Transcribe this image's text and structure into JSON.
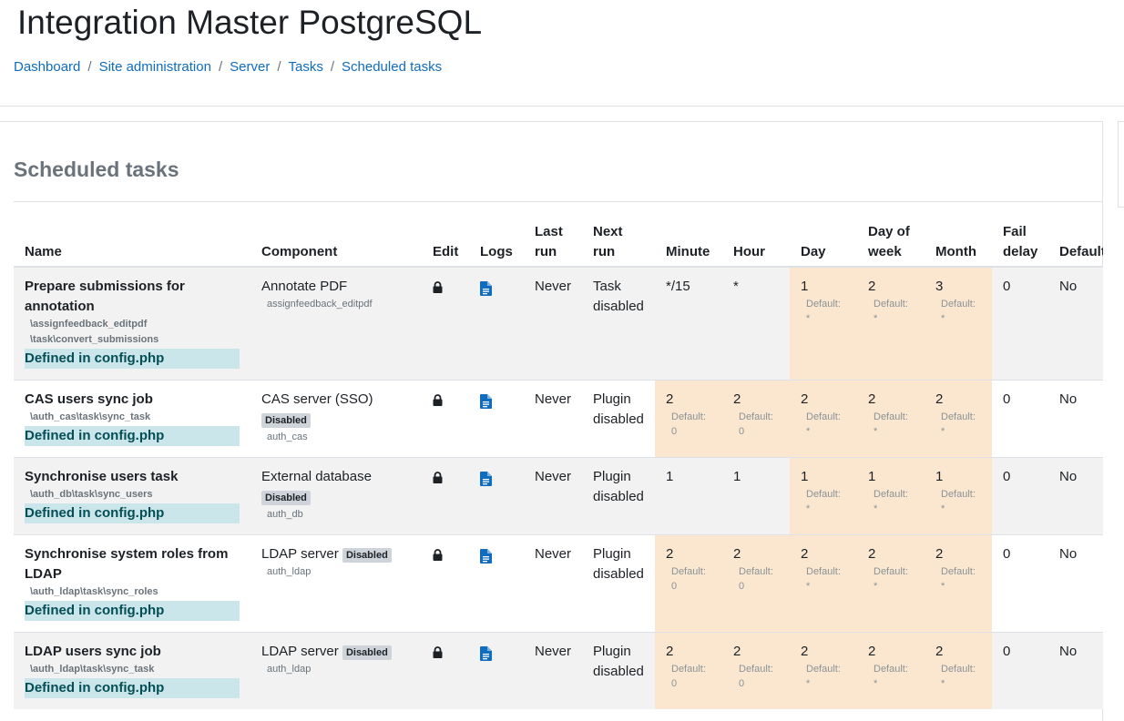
{
  "page": {
    "title": "Integration Master PostgreSQL",
    "breadcrumb": [
      "Dashboard",
      "Site administration",
      "Server",
      "Tasks",
      "Scheduled tasks"
    ],
    "heading": "Scheduled tasks"
  },
  "table": {
    "headers": {
      "name": "Name",
      "component": "Component",
      "edit": "Edit",
      "logs": "Logs",
      "last_run": "Last run",
      "next_run": "Next run",
      "minute": "Minute",
      "hour": "Hour",
      "day": "Day",
      "day_of_week": "Day of week",
      "month": "Month",
      "fail_delay": "Fail delay",
      "default": "Default"
    },
    "default_label": "Default:",
    "config_note": "Defined in config.php",
    "disabled_badge": "Disabled",
    "rows": [
      {
        "name": "Prepare submissions for annotation",
        "class_lines": [
          "\\assignfeedback_editpdf",
          "\\task\\convert_submissions"
        ],
        "component": "Annotate PDF",
        "component_badge": "",
        "component_sub": "assignfeedback_editpdf",
        "last_run": "Never",
        "next_run": "Task disabled",
        "minute": {
          "value": "*/15",
          "default": null
        },
        "hour": {
          "value": "*",
          "default": null
        },
        "day": {
          "value": "1",
          "default": "*"
        },
        "day_of_week": {
          "value": "2",
          "default": "*"
        },
        "month": {
          "value": "3",
          "default": "*"
        },
        "fail_delay": "0",
        "default": "No"
      },
      {
        "name": "CAS users sync job",
        "class_lines": [
          "\\auth_cas\\task\\sync_task"
        ],
        "component": "CAS server (SSO)",
        "component_badge": "Disabled",
        "component_sub": "auth_cas",
        "last_run": "Never",
        "next_run": "Plugin disabled",
        "minute": {
          "value": "2",
          "default": "0"
        },
        "hour": {
          "value": "2",
          "default": "0"
        },
        "day": {
          "value": "2",
          "default": "*"
        },
        "day_of_week": {
          "value": "2",
          "default": "*"
        },
        "month": {
          "value": "2",
          "default": "*"
        },
        "fail_delay": "0",
        "default": "No"
      },
      {
        "name": "Synchronise users task",
        "class_lines": [
          "\\auth_db\\task\\sync_users"
        ],
        "component": "External database",
        "component_badge": "Disabled",
        "component_sub": "auth_db",
        "last_run": "Never",
        "next_run": "Plugin disabled",
        "minute": {
          "value": "1",
          "default": null
        },
        "hour": {
          "value": "1",
          "default": null
        },
        "day": {
          "value": "1",
          "default": "*"
        },
        "day_of_week": {
          "value": "1",
          "default": "*"
        },
        "month": {
          "value": "1",
          "default": "*"
        },
        "fail_delay": "0",
        "default": "No"
      },
      {
        "name": "Synchronise system roles from LDAP",
        "class_lines": [
          "\\auth_ldap\\task\\sync_roles"
        ],
        "component": "LDAP server",
        "component_badge": "Disabled",
        "component_sub": "auth_ldap",
        "last_run": "Never",
        "next_run": "Plugin disabled",
        "minute": {
          "value": "2",
          "default": "0"
        },
        "hour": {
          "value": "2",
          "default": "0"
        },
        "day": {
          "value": "2",
          "default": "*"
        },
        "day_of_week": {
          "value": "2",
          "default": "*"
        },
        "month": {
          "value": "2",
          "default": "*"
        },
        "fail_delay": "0",
        "default": "No"
      },
      {
        "name": "LDAP users sync job",
        "class_lines": [
          "\\auth_ldap\\task\\sync_task"
        ],
        "component": "LDAP server",
        "component_badge": "Disabled",
        "component_sub": "auth_ldap",
        "last_run": "Never",
        "next_run": "Plugin disabled",
        "minute": {
          "value": "2",
          "default": "0"
        },
        "hour": {
          "value": "2",
          "default": "0"
        },
        "day": {
          "value": "2",
          "default": "*"
        },
        "day_of_week": {
          "value": "2",
          "default": "*"
        },
        "month": {
          "value": "2",
          "default": "*"
        },
        "fail_delay": "0",
        "default": "No"
      }
    ]
  },
  "colors": {
    "link": "#0f6cbf",
    "highlight": "#fbe7cf",
    "config_note_bg": "#cbe6ea",
    "config_note_text": "#044e57"
  },
  "icons": {
    "edit": "lock-icon",
    "logs": "file-icon"
  }
}
